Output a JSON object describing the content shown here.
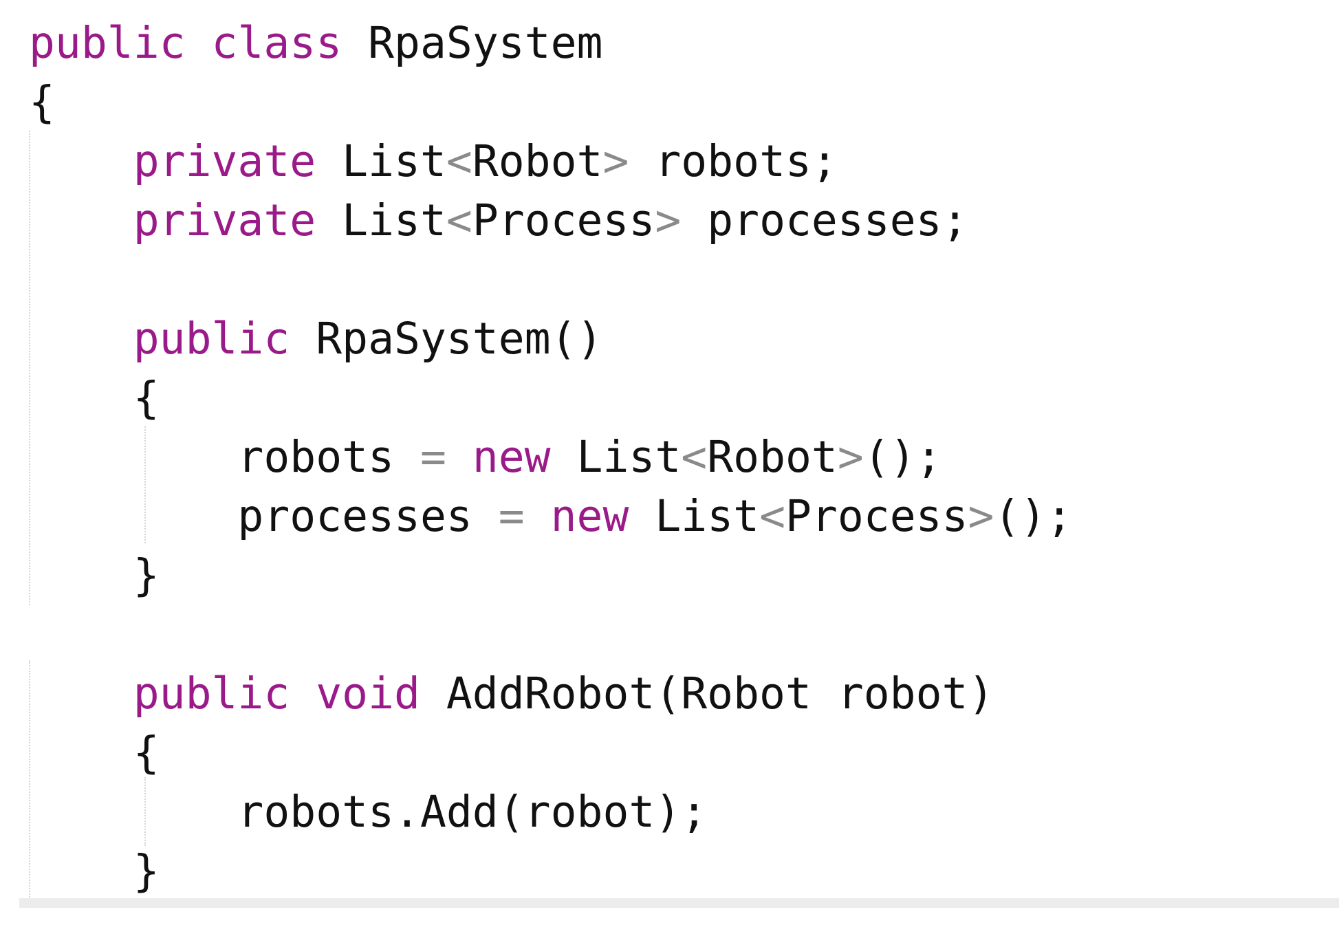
{
  "editor": {
    "lines": [
      [
        {
          "t": "public",
          "k": "keyword"
        },
        {
          "t": " "
        },
        {
          "t": "class",
          "k": "keyword"
        },
        {
          "t": " RpaSystem"
        }
      ],
      [
        {
          "t": "{"
        }
      ],
      [
        {
          "t": "    "
        },
        {
          "t": "private",
          "k": "keyword"
        },
        {
          "t": " List"
        },
        {
          "t": "<",
          "k": "angle"
        },
        {
          "t": "Robot"
        },
        {
          "t": ">",
          "k": "angle"
        },
        {
          "t": " robots;"
        }
      ],
      [
        {
          "t": "    "
        },
        {
          "t": "private",
          "k": "keyword"
        },
        {
          "t": " List"
        },
        {
          "t": "<",
          "k": "angle"
        },
        {
          "t": "Process"
        },
        {
          "t": ">",
          "k": "angle"
        },
        {
          "t": " processes;"
        }
      ],
      [],
      [
        {
          "t": "    "
        },
        {
          "t": "public",
          "k": "keyword"
        },
        {
          "t": " RpaSystem()"
        }
      ],
      [
        {
          "t": "    {"
        }
      ],
      [
        {
          "t": "        robots "
        },
        {
          "t": "=",
          "k": "op"
        },
        {
          "t": " "
        },
        {
          "t": "new",
          "k": "keyword"
        },
        {
          "t": " List"
        },
        {
          "t": "<",
          "k": "angle"
        },
        {
          "t": "Robot"
        },
        {
          "t": ">",
          "k": "angle"
        },
        {
          "t": "();"
        }
      ],
      [
        {
          "t": "        processes "
        },
        {
          "t": "=",
          "k": "op"
        },
        {
          "t": " "
        },
        {
          "t": "new",
          "k": "keyword"
        },
        {
          "t": " List"
        },
        {
          "t": "<",
          "k": "angle"
        },
        {
          "t": "Process"
        },
        {
          "t": ">",
          "k": "angle"
        },
        {
          "t": "();"
        }
      ],
      [
        {
          "t": "    }"
        }
      ],
      [],
      [
        {
          "t": "    "
        },
        {
          "t": "public",
          "k": "keyword"
        },
        {
          "t": " "
        },
        {
          "t": "void",
          "k": "keyword"
        },
        {
          "t": " AddRobot(Robot robot)"
        }
      ],
      [
        {
          "t": "    {"
        }
      ],
      [
        {
          "t": "        robots.Add(robot);"
        }
      ],
      [
        {
          "t": "    }"
        }
      ]
    ]
  },
  "colors": {
    "keyword": "#9b1a8a",
    "angle": "#8a8a8a",
    "text": "#111111",
    "background": "#ffffff"
  }
}
